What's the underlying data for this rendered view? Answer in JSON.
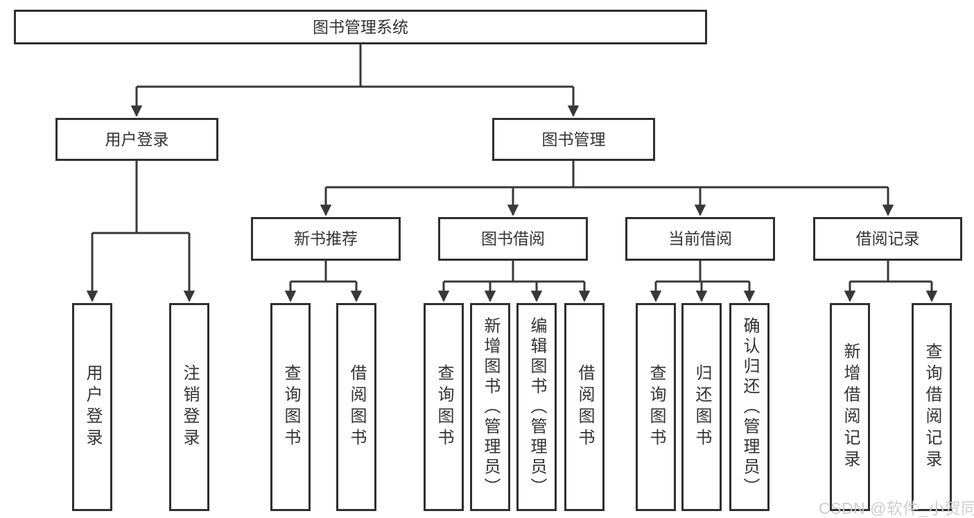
{
  "diagram": {
    "root": {
      "label": "图书管理系统"
    },
    "level2": [
      {
        "label": "用户登录"
      },
      {
        "label": "图书管理"
      }
    ],
    "level3": [
      {
        "parent": "图书管理",
        "label": "新书推荐"
      },
      {
        "parent": "图书管理",
        "label": "图书借阅"
      },
      {
        "parent": "图书管理",
        "label": "当前借阅"
      },
      {
        "parent": "图书管理",
        "label": "借阅记录"
      }
    ],
    "leaves": [
      {
        "parent": "用户登录",
        "label": "用户登录"
      },
      {
        "parent": "用户登录",
        "label": "注销登录"
      },
      {
        "parent": "新书推荐",
        "label": "查询图书"
      },
      {
        "parent": "新书推荐",
        "label": "借阅图书"
      },
      {
        "parent": "图书借阅",
        "label": "查询图书"
      },
      {
        "parent": "图书借阅",
        "label": "新增图书（管理员）"
      },
      {
        "parent": "图书借阅",
        "label": "编辑图书（管理员）"
      },
      {
        "parent": "图书借阅",
        "label": "借阅图书"
      },
      {
        "parent": "当前借阅",
        "label": "查询图书"
      },
      {
        "parent": "当前借阅",
        "label": "归还图书"
      },
      {
        "parent": "当前借阅",
        "label": "确认归还（管理员）"
      },
      {
        "parent": "借阅记录",
        "label": "新增借阅记录"
      },
      {
        "parent": "借阅记录",
        "label": "查询借阅记录"
      }
    ],
    "colors": {
      "box_border": "#2f2f2f",
      "line": "#383838",
      "text": "#333333",
      "background": "#ffffff",
      "watermark": "#cbcbcb"
    }
  },
  "watermark": {
    "text": "CSDN @软件_小贺同学"
  }
}
